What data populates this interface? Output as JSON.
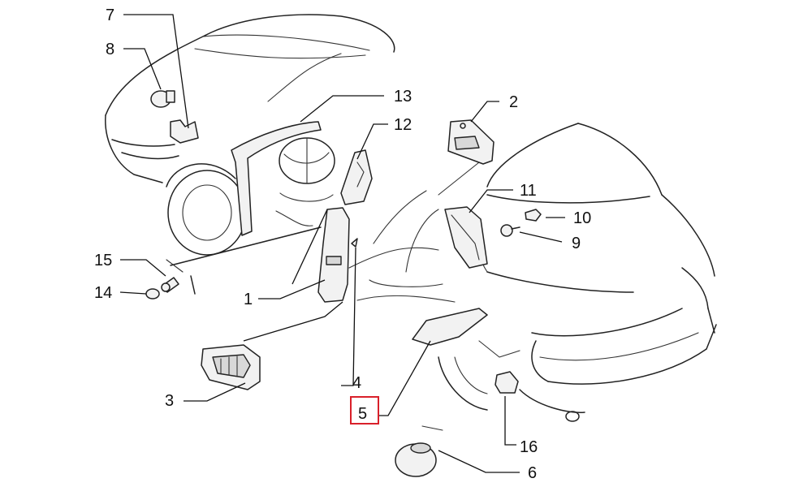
{
  "diagram": {
    "callouts": {
      "c1": "1",
      "c2": "2",
      "c3": "3",
      "c4": "4",
      "c5": "5",
      "c6": "6",
      "c7": "7",
      "c8": "8",
      "c9": "9",
      "c10": "10",
      "c11": "11",
      "c12": "12",
      "c13": "13",
      "c14": "14",
      "c15": "15",
      "c16": "16"
    },
    "highlighted_callout": "5",
    "colors": {
      "highlight": "#d9202a",
      "line": "#222222"
    }
  }
}
